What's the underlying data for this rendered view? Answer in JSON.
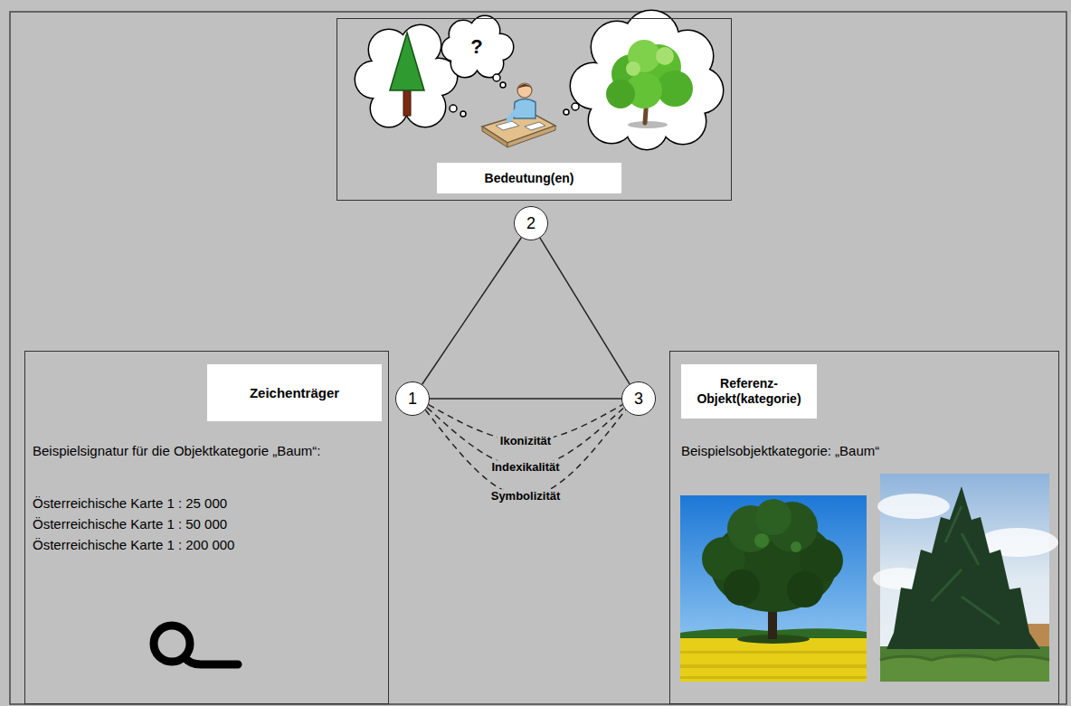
{
  "diagram": {
    "nodes": [
      {
        "text": [
          "Bedeutung(en)"
        ]
      },
      {
        "text": [
          "2"
        ]
      },
      {
        "text": [
          "Zeichenträger",
          "Beispielsignatur für die Objektkategorie „Baum“:",
          "Österreichische Karte 1 : 25 000",
          "Österreichische Karte 1 : 50 000",
          "Österreichische Karte 1 : 200 000"
        ]
      },
      {
        "text": [
          "1"
        ]
      },
      {
        "text": [
          "3"
        ]
      },
      {
        "text": [
          "Referenz-Objekt(kategorie)",
          "Beispielsobjektkategorie: „Baum“"
        ]
      }
    ],
    "edges": [
      {
        "from": 3,
        "to": 1,
        "arrow": "none"
      },
      {
        "from": 1,
        "to": 4,
        "arrow": "none"
      },
      {
        "from": 3,
        "to": 4,
        "arrow": "none"
      },
      {
        "from": 3,
        "to": 4,
        "label": "Ikonizität",
        "arrow": "none"
      },
      {
        "from": 3,
        "to": 4,
        "label": "Indexikalität",
        "arrow": "none"
      },
      {
        "from": 3,
        "to": 4,
        "label": "Symbolizität",
        "arrow": "none"
      }
    ],
    "labels": [
      "?"
    ]
  }
}
